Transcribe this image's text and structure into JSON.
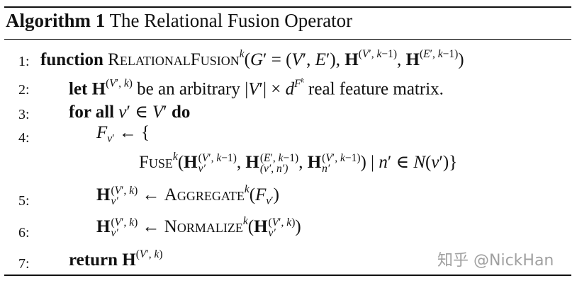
{
  "algorithm": {
    "label": "Algorithm 1",
    "title": "The Relational Fusion Operator"
  },
  "line_numbers": [
    "1:",
    "2:",
    "3:",
    "4:",
    "5:",
    "6:",
    "7:"
  ],
  "keywords": {
    "function": "function",
    "let": "let",
    "for_all": "for all",
    "do": "do",
    "return": "return"
  },
  "names": {
    "relational_fusion": "RelationalFusion",
    "fuse": "Fuse",
    "aggregate": "Aggregate",
    "normalize": "Normalize"
  },
  "text": {
    "be_arbitrary": "be an arbitrary",
    "real_feature_matrix": "real feature matrix."
  },
  "watermark": "知乎 @NickHan"
}
